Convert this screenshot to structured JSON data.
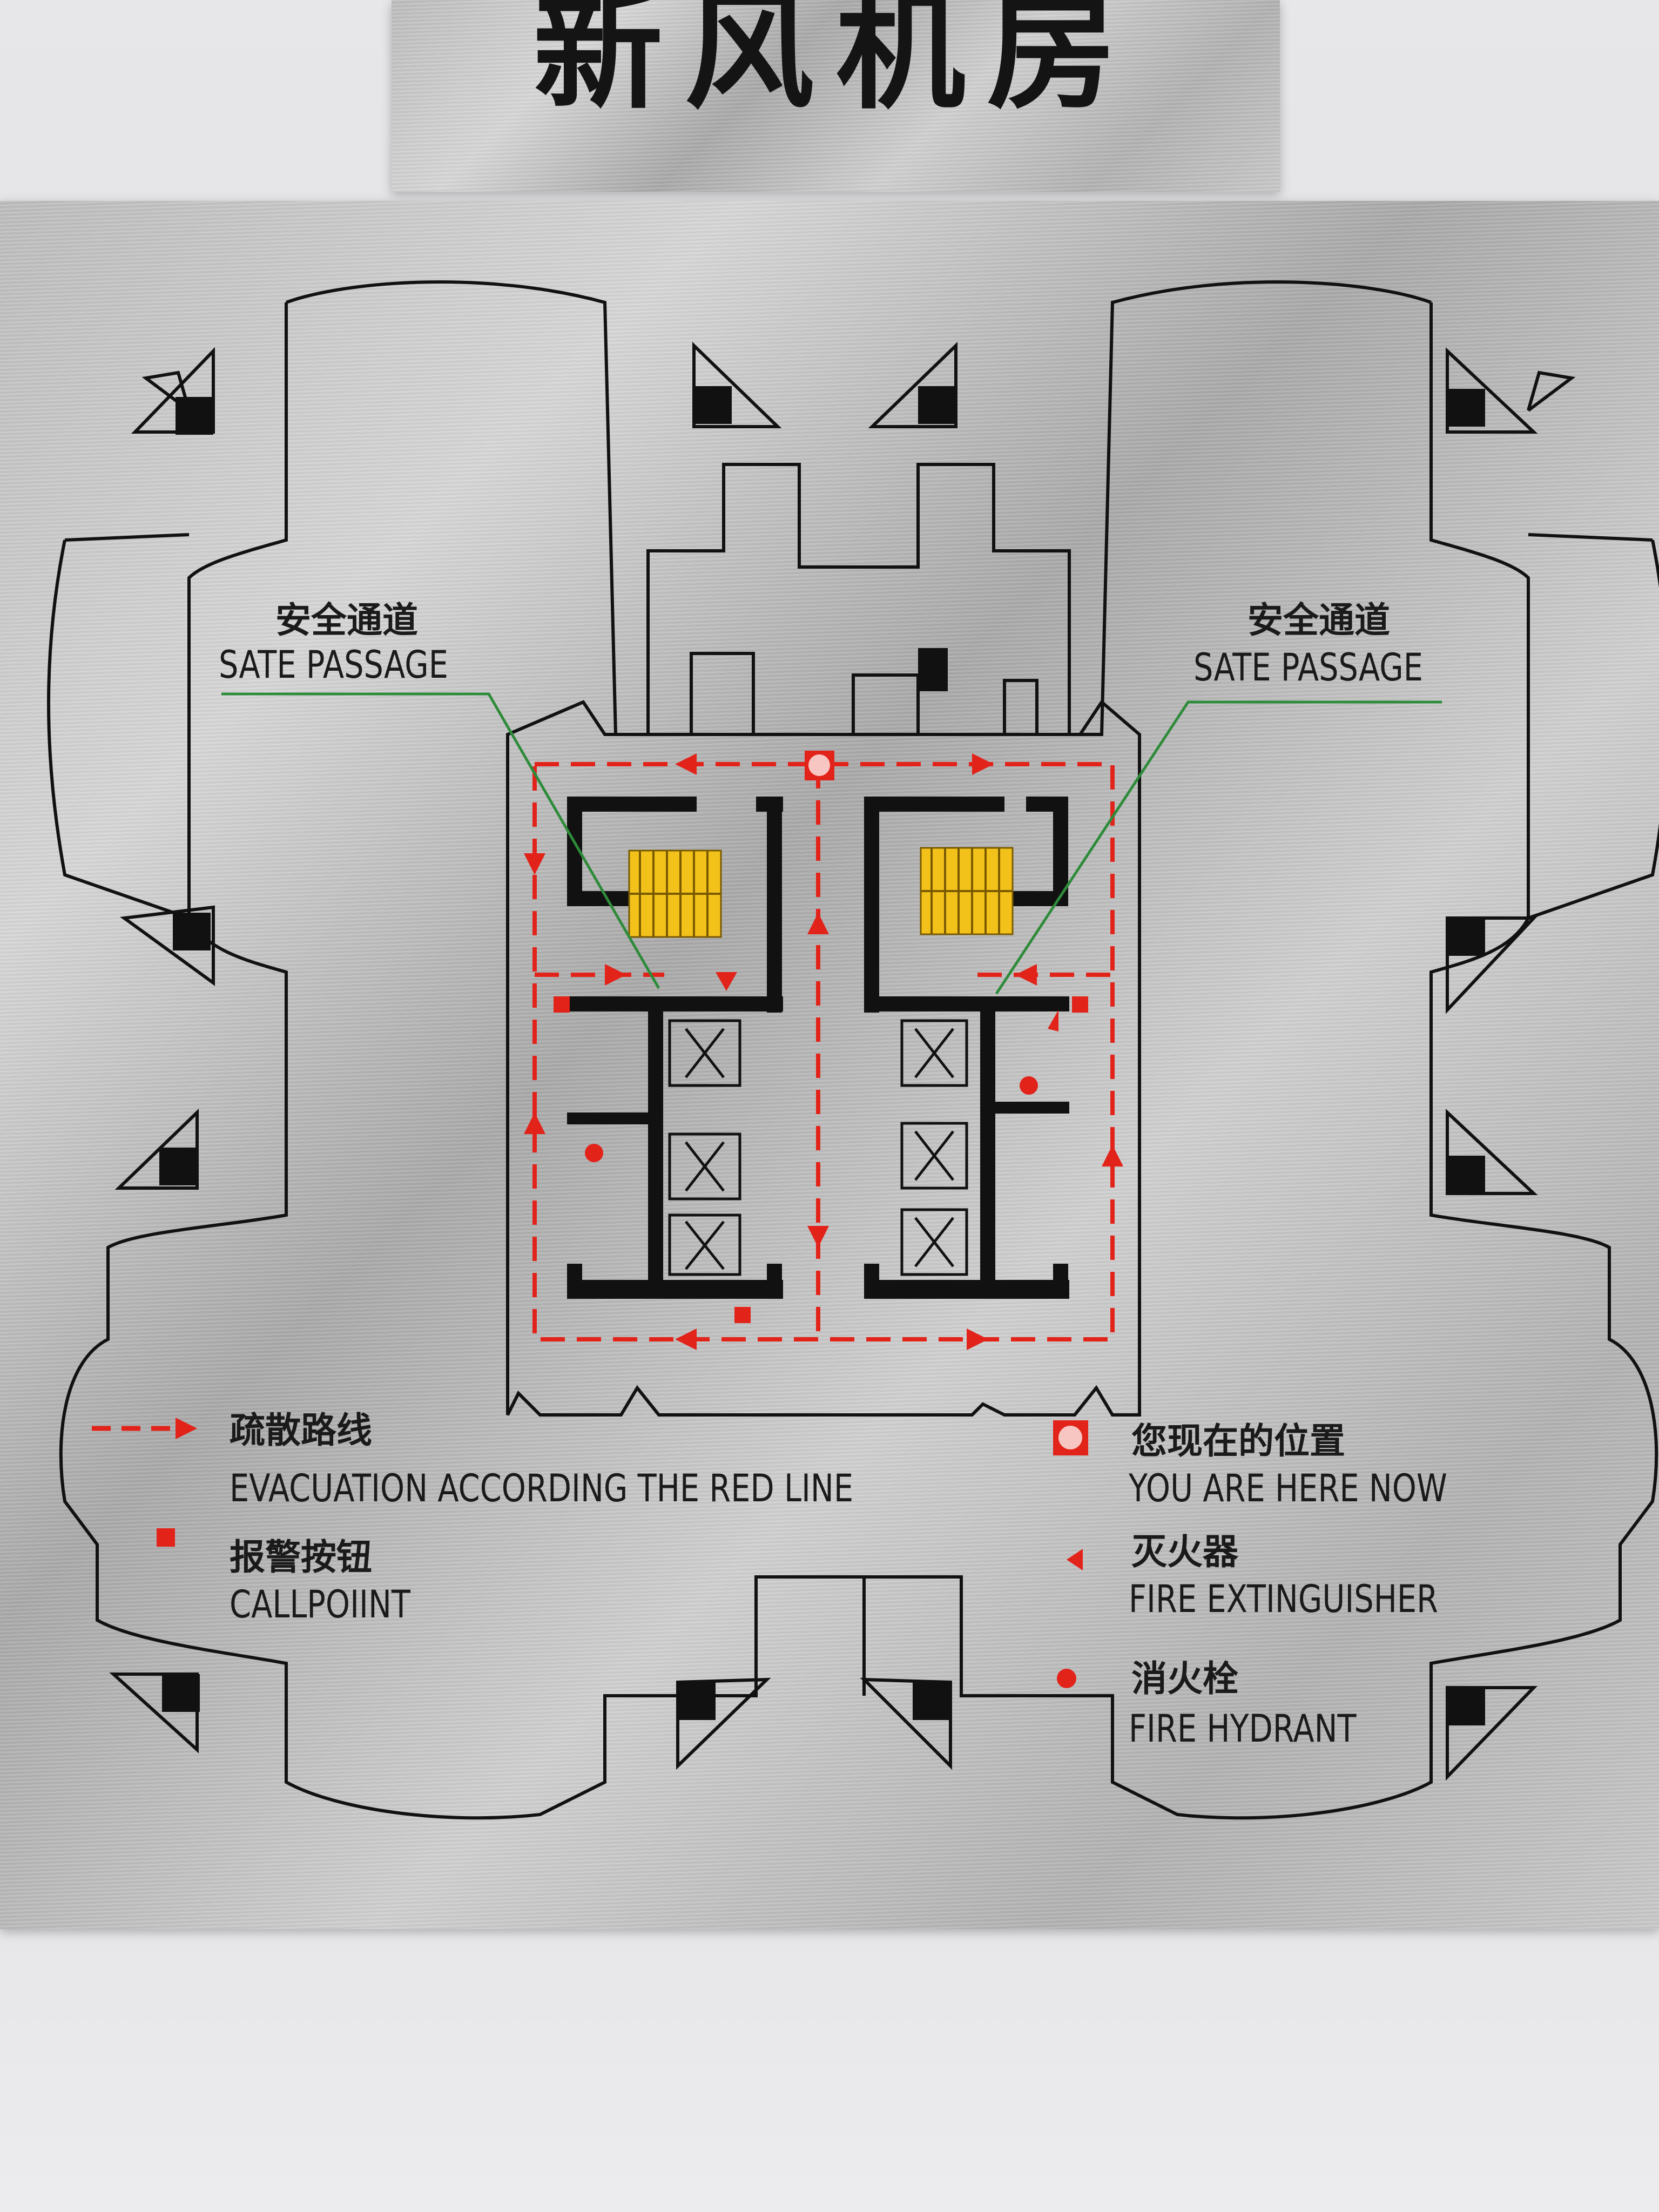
{
  "sign_title": "新风机房",
  "safe_passage_left": {
    "cn": "安全通道",
    "en": "SATE PASSAGE"
  },
  "safe_passage_right": {
    "cn": "安全通道",
    "en": "SATE PASSAGE"
  },
  "legend": {
    "evacuation": {
      "cn": "疏散路线",
      "en": "EVACUATION  ACCORDING  THE RED  LINE"
    },
    "callpoint": {
      "cn": "报警按钮",
      "en": "CALLPOIINT"
    },
    "you_are_here": {
      "cn": "您现在的位置",
      "en": "YOU ARE HERE NOW"
    },
    "extinguisher": {
      "cn": "灭火器",
      "en": "FIRE EXTINGUISHER"
    },
    "hydrant": {
      "cn": "消火栓",
      "en": "FIRE HYDRANT"
    }
  },
  "colors": {
    "route_red": "#e2231a",
    "stair_yellow": "#f2c21b",
    "leader_green": "#2e8b3a",
    "wall_black": "#111111"
  }
}
